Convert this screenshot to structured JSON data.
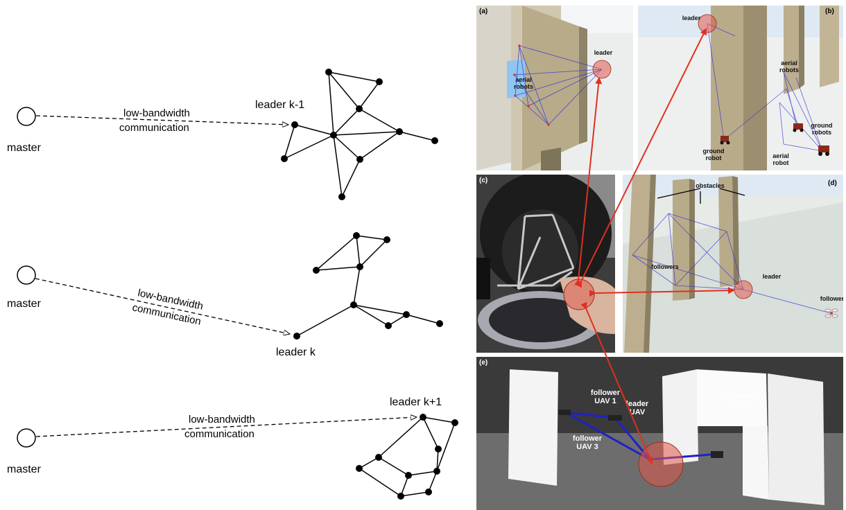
{
  "left_diagrams": [
    {
      "master_label": "master",
      "leader_label": "leader k-1",
      "comm_line1": "low-bandwidth",
      "comm_line2": "communication"
    },
    {
      "master_label": "master",
      "leader_label": "leader k",
      "comm_line1": "low-bandwidth",
      "comm_line2": "communication"
    },
    {
      "master_label": "master",
      "leader_label": "leader  k+1",
      "comm_line1": "low-bandwidth",
      "comm_line2": "communication"
    }
  ],
  "panels": {
    "a": {
      "tag": "(a)",
      "aerial_robots": "aerial\nrobots",
      "leader": "leader"
    },
    "b": {
      "tag": "(b)",
      "leader": "leader",
      "aerial_robots": "aerial\nrobots",
      "ground_robots": "ground\nrobots",
      "ground_robot": "ground\nrobot",
      "aerial_robot": "aerial\nrobot"
    },
    "c": {
      "tag": "(c)"
    },
    "d": {
      "tag": "(d)",
      "obstacles": "obstacles",
      "followers": "followers",
      "leader": "leader",
      "follower": "follower"
    },
    "e": {
      "tag": "(e)",
      "follower_uav1": "follower\nUAV 1",
      "leader_uav": "leader\nUAV",
      "follower_uav2": "follower\nUAV 2",
      "follower_uav3": "follower\nUAV 3"
    }
  },
  "colors": {
    "link_blue": "#2b2bd6",
    "arrow_red": "#e0301e",
    "highlight": "#e05a4a",
    "sky": "#dfe9f4"
  }
}
